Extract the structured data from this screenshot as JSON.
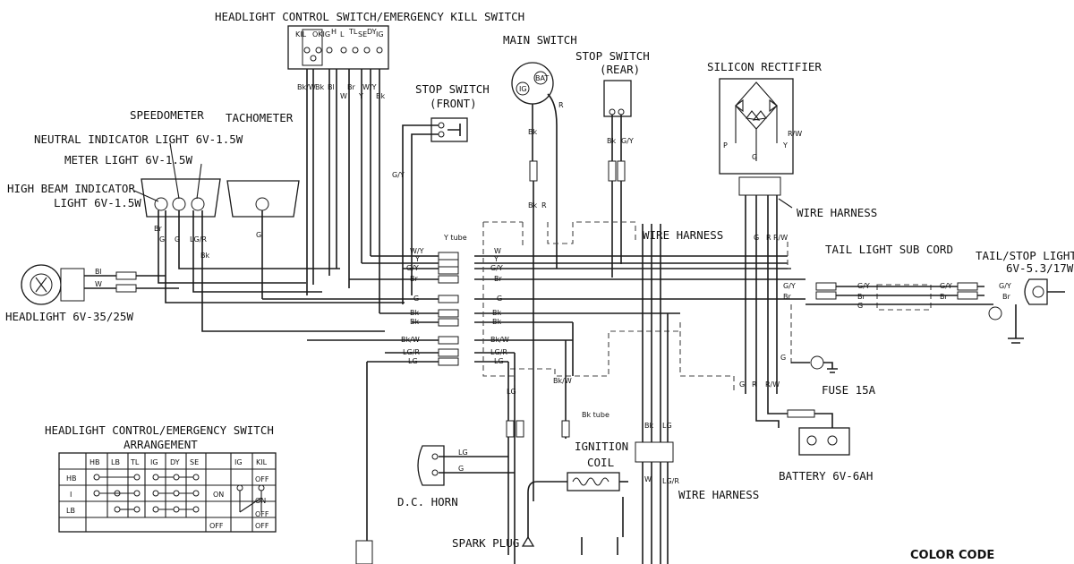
{
  "labels": {
    "headlight_switch": "HEADLIGHT CONTROL SWITCH/EMERGENCY KILL SWITCH",
    "main_switch": "MAIN SWITCH",
    "stop_switch_rear_1": "STOP SWITCH",
    "stop_switch_rear_2": "(REAR)",
    "stop_switch_front_1": "STOP SWITCH",
    "stop_switch_front_2": "(FRONT)",
    "silicon_rectifier": "SILICON RECTIFIER",
    "speedometer": "SPEEDOMETER",
    "tachometer": "TACHOMETER",
    "neutral_light": "NEUTRAL INDICATOR LIGHT 6V-1.5W",
    "meter_light": "METER LIGHT 6V-1.5W",
    "high_beam_1": "HIGH BEAM INDICATOR",
    "high_beam_2": "LIGHT 6V-1.5W",
    "wire_harness": "WIRE HARNESS",
    "tail_sub_cord": "TAIL LIGHT SUB CORD",
    "tail_stop_1": "TAIL/STOP LIGHT",
    "tail_stop_2": "6V-5.3/17W",
    "headlight": "HEADLIGHT 6V-35/25W",
    "fuse": "FUSE 15A",
    "battery": "BATTERY 6V-6AH",
    "ignition_1": "IGNITION",
    "ignition_2": "COIL",
    "dc_horn": "D.C. HORN",
    "spark_plug": "SPARK PLUG",
    "color_code": "COLOR CODE",
    "arrangement_1": "HEADLIGHT CONTROL/EMERGENCY SWITCH",
    "arrangement_2": "ARRANGEMENT",
    "y_tube": "Y tube",
    "bk_tube": "Bk tube"
  },
  "switch_top_terminals": [
    "KIL",
    "OKIG",
    "H",
    "L",
    "TL",
    "SE",
    "DY",
    "IG"
  ],
  "main_switch_terminals": [
    "IG",
    "BAT"
  ],
  "switch_wire_colors": [
    "Bk/W",
    "Bk",
    "Bl",
    "W",
    "Br",
    "Y",
    "W/Y",
    "Bk"
  ],
  "connector_rows": [
    {
      "left": "W/Y",
      "right": "W"
    },
    {
      "left": "Y",
      "right": "Y"
    },
    {
      "left": "G/Y",
      "right": "G/Y"
    },
    {
      "left": "Br",
      "right": "Br"
    },
    {
      "left": "G",
      "right": "G"
    },
    {
      "left": "Bk",
      "right": "Bk"
    },
    {
      "left": "Bk",
      "right": "Bk"
    },
    {
      "left": "Bk/W",
      "right": "Bk/W"
    },
    {
      "left": "LG/R",
      "right": "LG/R"
    },
    {
      "left": "LG",
      "right": "LG"
    }
  ],
  "wire_tags": {
    "bl": "Bl",
    "w": "W",
    "br": "Br",
    "g": "G",
    "gy": "G/Y",
    "bk": "Bk",
    "y": "Y",
    "r": "R",
    "p": "P",
    "rw": "R/W",
    "lg": "LG",
    "lgr": "LG/R",
    "bkw": "Bk/W",
    "w2": "W"
  },
  "arrangement": {
    "cols": [
      "HB",
      "LB",
      "TL",
      "IG",
      "DY",
      "SE"
    ],
    "rows": [
      "HB",
      "I",
      "LB"
    ],
    "kill_cols": [
      "IG",
      "KIL"
    ],
    "on": "ON",
    "off": "OFF",
    "k_off_1": "OFF",
    "k_on": "ON",
    "k_off_2": "OFF",
    "k_off_bottom": "OFF"
  }
}
